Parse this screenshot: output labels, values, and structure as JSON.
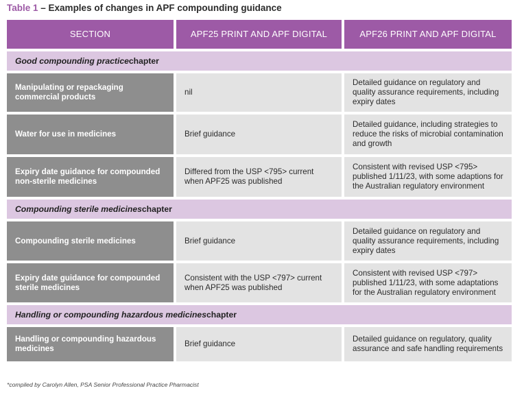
{
  "caption": {
    "number": "Table 1",
    "title": " – Examples of changes in APF compounding guidance"
  },
  "headers": [
    "SECTION",
    "APF25 PRINT AND APF DIGITAL",
    "APF26 PRINT AND APF DIGITAL"
  ],
  "sections": [
    {
      "heading_italic": "Good compounding practice",
      "heading_suffix": " chapter",
      "rows": [
        {
          "section": "Manipulating or repackaging commercial products",
          "apf25": "nil",
          "apf26": "Detailed guidance on regulatory and quality assurance requirements, including expiry dates"
        },
        {
          "section": "Water for use in medicines",
          "apf25": "Brief guidance",
          "apf26": "Detailed guidance, including strategies to reduce the risks of microbial contamination and growth"
        },
        {
          "section": "Expiry date guidance for compounded non-sterile medicines",
          "apf25": "Differed from the USP <795> current when APF25 was published",
          "apf26": "Consistent with revised USP <795> published 1/11/23, with some adaptions for the Australian regulatory environment"
        }
      ]
    },
    {
      "heading_italic": "Compounding sterile medicines",
      "heading_suffix": " chapter",
      "rows": [
        {
          "section": "Compounding sterile medicines",
          "apf25": "Brief guidance",
          "apf26": "Detailed guidance on regulatory and quality assurance requirements, including expiry dates"
        },
        {
          "section": "Expiry date guidance for compounded sterile medicines",
          "apf25": "Consistent with the USP <797> current when APF25 was published",
          "apf26": "Consistent with revised USP <797> published 1/11/23, with some adaptations for the Australian regulatory environment"
        }
      ]
    },
    {
      "heading_italic": "Handling or compounding hazardous medicines",
      "heading_suffix": " chapter",
      "rows": [
        {
          "section": "Handling or compounding hazardous medicines",
          "apf25": "Brief guidance",
          "apf26": "Detailed guidance on regulatory, quality assurance and safe handling requirements"
        }
      ]
    }
  ],
  "footnote": "*compiled by Carolyn Allen, PSA Senior Professional Practice Pharmacist",
  "colors": {
    "accent": "#9d5aa6",
    "section_band": "#dcc7e1",
    "row_label_bg": "#8e8e8e",
    "cell_bg": "#e3e3e3"
  }
}
